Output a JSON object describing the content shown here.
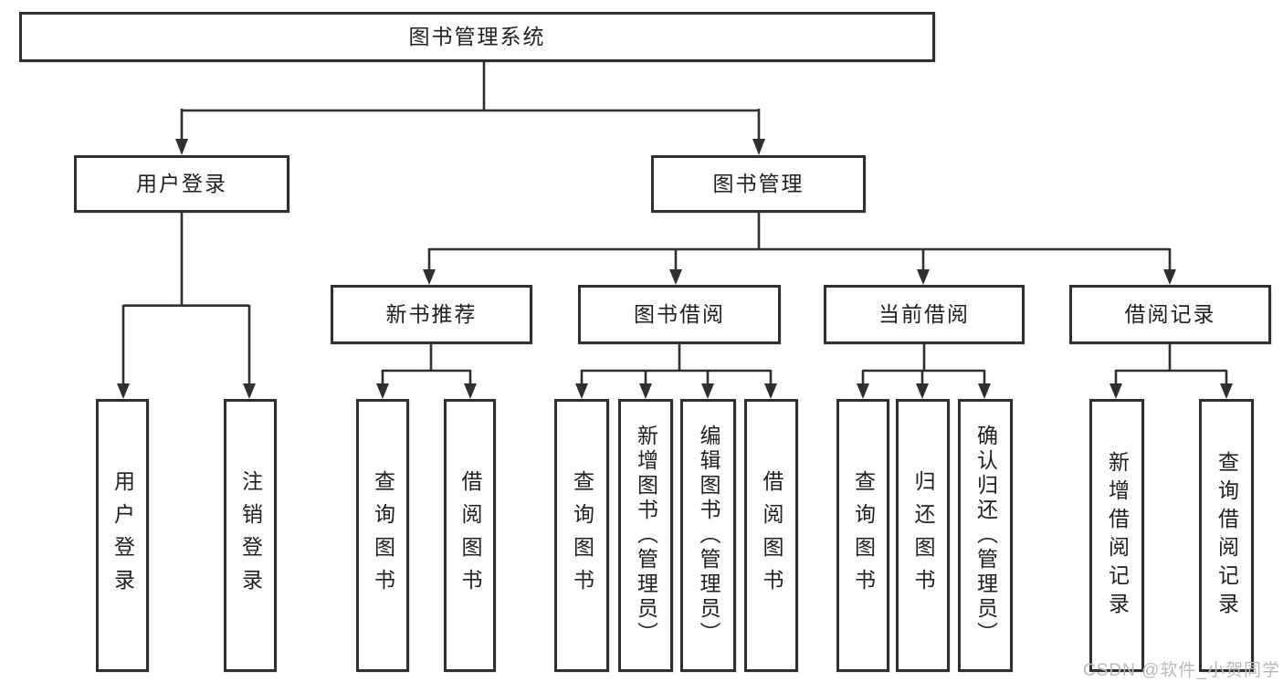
{
  "root": {
    "label": "图书管理系统"
  },
  "branches": {
    "login": {
      "label": "用户登录",
      "children": [
        {
          "label": "用户登录"
        },
        {
          "label": "注销登录"
        }
      ]
    },
    "mgmt": {
      "label": "图书管理"
    }
  },
  "mgmt_sections": {
    "newbook": {
      "label": "新书推荐",
      "children": [
        {
          "label": "查询图书"
        },
        {
          "label": "借阅图书"
        }
      ]
    },
    "borrow": {
      "label": "图书借阅",
      "children": [
        {
          "label": "查询图书"
        },
        {
          "label": "新增图书（管理员）"
        },
        {
          "label": "编辑图书（管理员）"
        },
        {
          "label": "借阅图书"
        }
      ]
    },
    "current": {
      "label": "当前借阅",
      "children": [
        {
          "label": "查询图书"
        },
        {
          "label": "归还图书"
        },
        {
          "label": "确认归还（管理员）"
        }
      ]
    },
    "records": {
      "label": "借阅记录",
      "children": [
        {
          "label": "新增借阅记录"
        },
        {
          "label": "查询借阅记录"
        }
      ]
    }
  },
  "watermark": {
    "text": "CSDN @软件_小贺同学"
  },
  "colors": {
    "line": "#2f2f2f",
    "box_border": "#2f2f2f",
    "box_fill": "#ffffff",
    "text": "#1f1f1f",
    "watermark": "#bababa"
  }
}
